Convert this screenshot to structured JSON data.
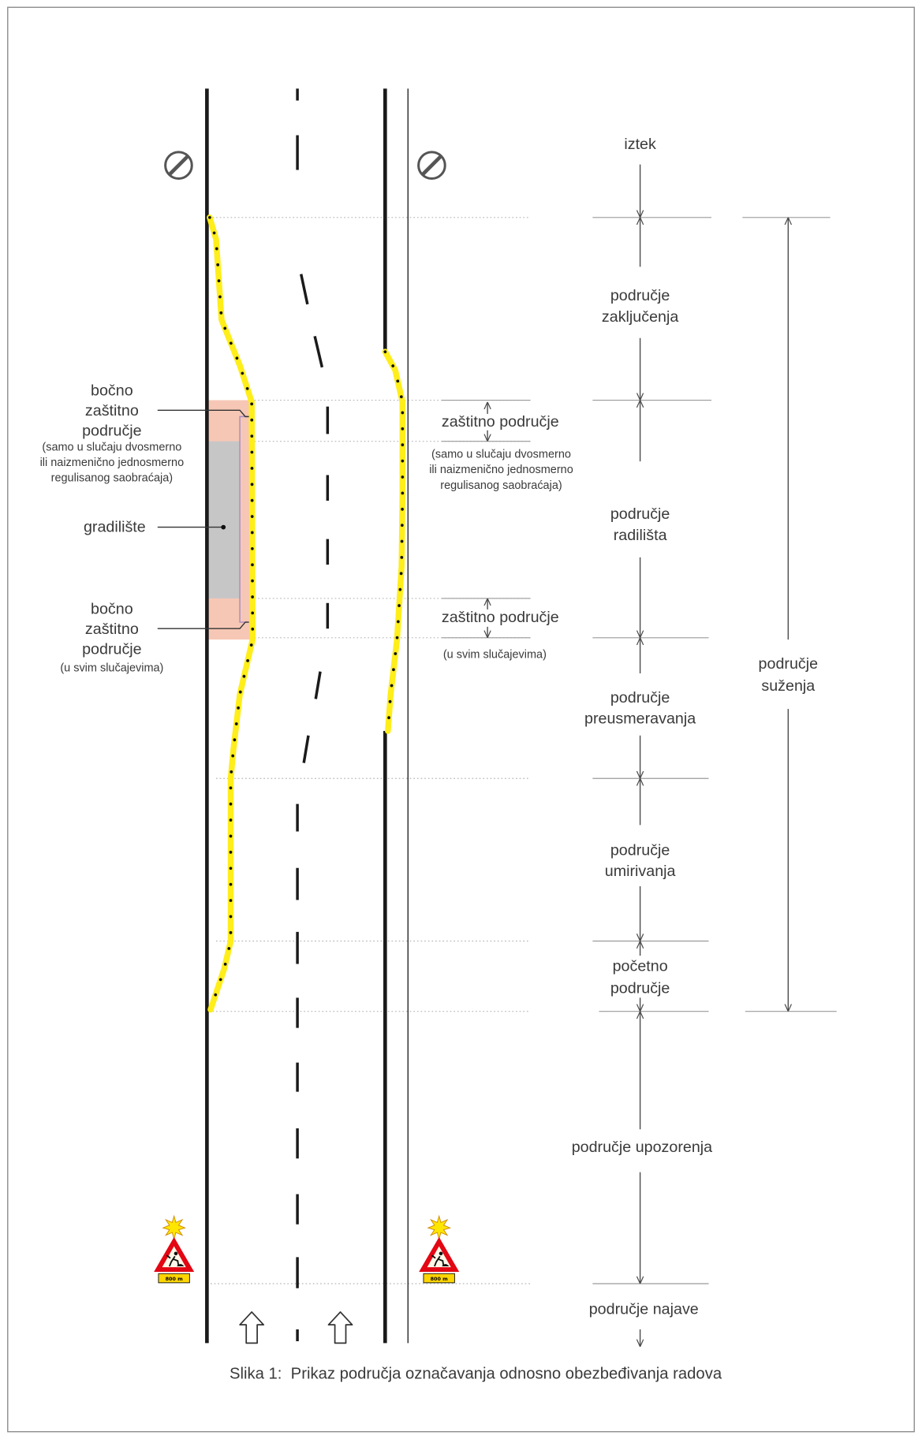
{
  "zones": {
    "exit": "iztek",
    "closing": [
      "područje",
      "zaključenja"
    ],
    "work_area": [
      "područje",
      "radilišta"
    ],
    "diversion": [
      "područje",
      "preusmeravanja"
    ],
    "calming": [
      "područje",
      "umirivanja"
    ],
    "initial": [
      "početno",
      "područje"
    ],
    "warning": "područje upozorenja",
    "announcement": "područje najave",
    "narrowing": [
      "područje",
      "suženja"
    ]
  },
  "buffer_zones": {
    "upper": {
      "label": "zaštitno područje",
      "note": [
        "(samo u slučaju dvosmerno",
        "ili naizmenično jednosmerno",
        "regulisanog saobraćaja)"
      ]
    },
    "lower": {
      "label": "zaštitno područje",
      "note": "(u svim slučajevima)"
    }
  },
  "side_buffer": {
    "upper": {
      "label": [
        "bočno",
        "zaštitno",
        "područje"
      ],
      "note": [
        "(samo u slučaju dvosmerno",
        "ili naizmenično jednosmerno",
        "regulisanog saobraćaja)"
      ]
    },
    "lower": {
      "label": [
        "bočno",
        "zaštitno",
        "područje"
      ],
      "note": "(u svim slučajevima)"
    }
  },
  "worksite": "gradilište",
  "signs": {
    "end_sign_icon": "end-of-restrictions-icon",
    "warning_sign_icon": "road-works-warning-icon",
    "distance_plate": "800 m"
  },
  "caption": "Slika 1:  Prikaz područja označavanja odnosno obezbeđivanja radova",
  "colors": {
    "barrier_yellow": "#ffee1a",
    "buffer_pink": "#f6c7b5",
    "worksite_gray": "#c6c6c6",
    "sign_red": "#e30613",
    "plate_yellow": "#ffd500"
  }
}
